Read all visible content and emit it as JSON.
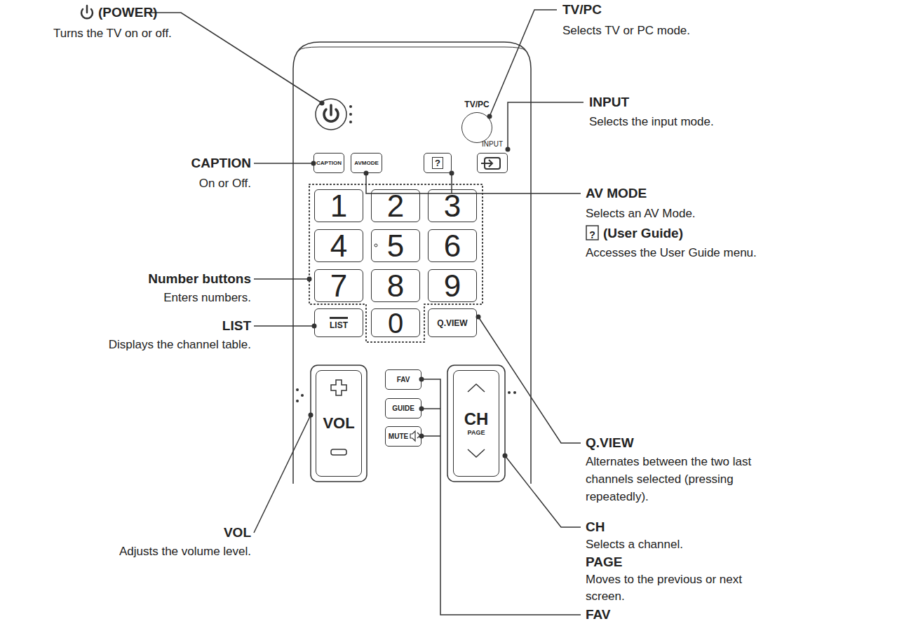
{
  "diagram": {
    "nodes": [
      {
        "text": [
          "TV/PC"
        ]
      },
      {
        "text": [
          "CAPTION"
        ]
      },
      {
        "text": [
          "AVMODE"
        ]
      },
      {
        "text": [
          "?"
        ]
      },
      {
        "text": [
          "INPUT"
        ]
      },
      {
        "text": [
          "1"
        ]
      },
      {
        "text": [
          "2"
        ]
      },
      {
        "text": [
          "3"
        ]
      },
      {
        "text": [
          "4"
        ]
      },
      {
        "text": [
          "5"
        ]
      },
      {
        "text": [
          "6"
        ]
      },
      {
        "text": [
          "7"
        ]
      },
      {
        "text": [
          "8"
        ]
      },
      {
        "text": [
          "9"
        ]
      },
      {
        "text": [
          "LIST"
        ]
      },
      {
        "text": [
          "0"
        ]
      },
      {
        "text": [
          "Q.VIEW"
        ]
      },
      {
        "text": [
          "VOL"
        ]
      },
      {
        "text": [
          "FAV"
        ]
      },
      {
        "text": [
          "GUIDE"
        ]
      },
      {
        "text": [
          "MUTE"
        ]
      },
      {
        "text": [
          "CH",
          "PAGE"
        ]
      }
    ],
    "labels": [
      "(POWER)",
      "Turns the TV on or off.",
      "TV/PC",
      "Selects TV or PC mode.",
      "INPUT",
      "Selects the input mode.",
      "CAPTION",
      "On or Off.",
      "AV MODE",
      "Selects an AV Mode.",
      "?",
      "(User Guide)",
      "Accesses the User Guide menu.",
      "Number buttons",
      "Enters numbers.",
      "LIST",
      "Displays the channel table.",
      "Q.VIEW",
      "Alternates between the two last channels selected (pressing repeatedly).",
      "VOL",
      "Adjusts the volume level.",
      "CH",
      "Selects a channel.",
      "PAGE",
      "Moves to the previous or next screen.",
      "FAV"
    ]
  }
}
